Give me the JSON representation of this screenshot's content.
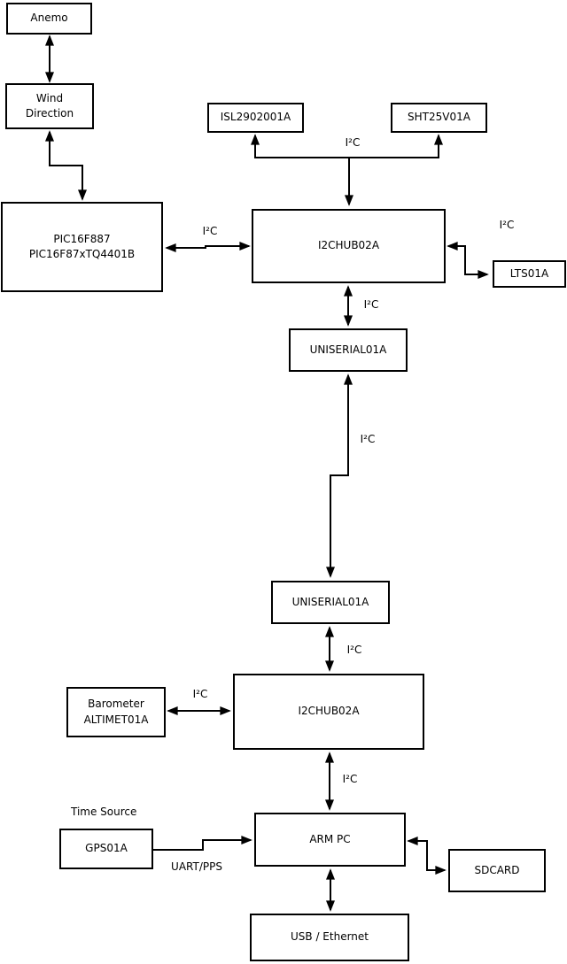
{
  "diagram": {
    "nodes": {
      "anemo": {
        "label": "Anemo"
      },
      "wind_direction": {
        "label": "Wind\nDirection"
      },
      "pic": {
        "label": "PIC16F887\nPIC16F87xTQ4401B"
      },
      "isl": {
        "label": "ISL2902001A"
      },
      "sht": {
        "label": "SHT25V01A"
      },
      "i2chub_top": {
        "label": "I2CHUB02A"
      },
      "lts": {
        "label": "LTS01A"
      },
      "uniserial_top": {
        "label": "UNISERIAL01A"
      },
      "uniserial_bottom": {
        "label": "UNISERIAL01A"
      },
      "i2chub_bottom": {
        "label": "I2CHUB02A"
      },
      "barometer": {
        "label": "Barometer\nALTIMET01A"
      },
      "gps": {
        "label": "GPS01A"
      },
      "arm_pc": {
        "label": "ARM PC"
      },
      "sdcard": {
        "label": "SDCARD"
      },
      "usb_ethernet": {
        "label": "USB / Ethernet"
      }
    },
    "labels": {
      "i2c": "I²C",
      "time_source": "Time Source",
      "uart_pps": "UART/PPS"
    },
    "colors": {
      "line": "#000000",
      "box_fill": "#ffffff",
      "background": "#ffffff"
    }
  }
}
